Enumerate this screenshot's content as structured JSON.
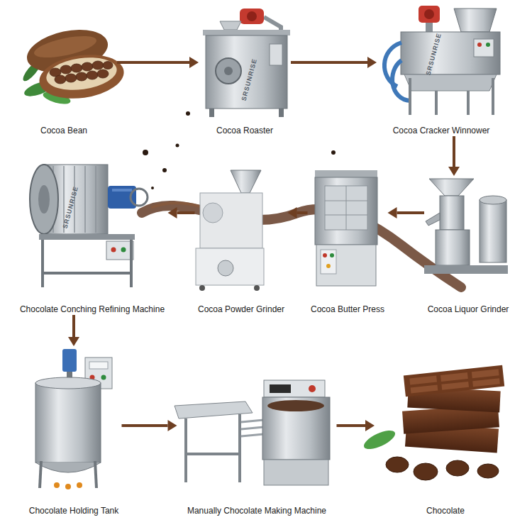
{
  "diagram": {
    "nodes": [
      {
        "text": [
          "Cocoa Bean"
        ]
      },
      {
        "text": [
          "Cocoa Roaster"
        ]
      },
      {
        "text": [
          "Cocoa Cracker Winnower"
        ]
      },
      {
        "text": [
          "Chocolate Conching Refining Machine"
        ]
      },
      {
        "text": [
          "Cocoa Powder Grinder"
        ]
      },
      {
        "text": [
          "Cocoa Butter Press"
        ]
      },
      {
        "text": [
          "Cocoa Liquor Grinder"
        ]
      },
      {
        "text": [
          "Chocolate Holding Tank"
        ]
      },
      {
        "text": [
          "Manually Chocolate Making Machine"
        ]
      },
      {
        "text": [
          "Chocolate"
        ]
      }
    ],
    "edges": [
      {
        "from": 0,
        "to": 1,
        "arrow": "to"
      },
      {
        "from": 1,
        "to": 2,
        "arrow": "to"
      },
      {
        "from": 2,
        "to": 6,
        "arrow": "to"
      },
      {
        "from": 6,
        "to": 5,
        "arrow": "to"
      },
      {
        "from": 5,
        "to": 4,
        "arrow": "to"
      },
      {
        "from": 4,
        "to": 3,
        "arrow": "to"
      },
      {
        "from": 3,
        "to": 7,
        "arrow": "to"
      },
      {
        "from": 7,
        "to": 8,
        "arrow": "to"
      },
      {
        "from": 8,
        "to": 9,
        "arrow": "to"
      }
    ],
    "labels": [
      "SRSUNRISE",
      "SRSUNRISE",
      "SRSUNRISE"
    ]
  }
}
